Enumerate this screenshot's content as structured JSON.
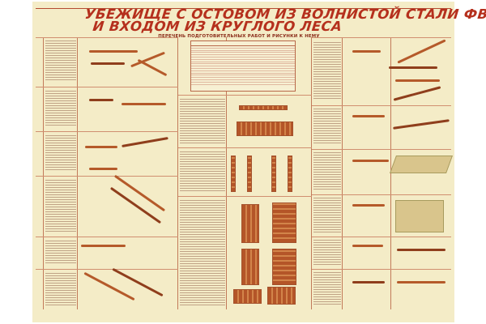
{
  "poster": {
    "title_line1": "УБЕЖИЩЕ С ОСТОВОМ ИЗ ВОЛНИСТОЙ СТАЛИ ФВС",
    "title_line2": "И ВХОДОМ ИЗ КРУГЛОГО ЛЕСА",
    "subtitle": "ПЕРЕЧЕНЬ ПОДГОТОВИТЕЛЬНЫХ РАБОТ И РИСУНКИ К НЕМУ"
  },
  "colors": {
    "background": "#f4ecc7",
    "title": "#b5301d",
    "logs": "#b55a2a",
    "grid": "#c27a5a"
  }
}
